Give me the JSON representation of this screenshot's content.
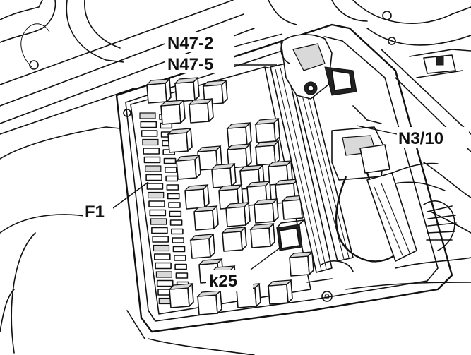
{
  "callouts": {
    "n47_2": "N47-2",
    "n47_5": "N47-5",
    "n3_10": "N3/10",
    "f1": "F1",
    "k25": "k25"
  }
}
